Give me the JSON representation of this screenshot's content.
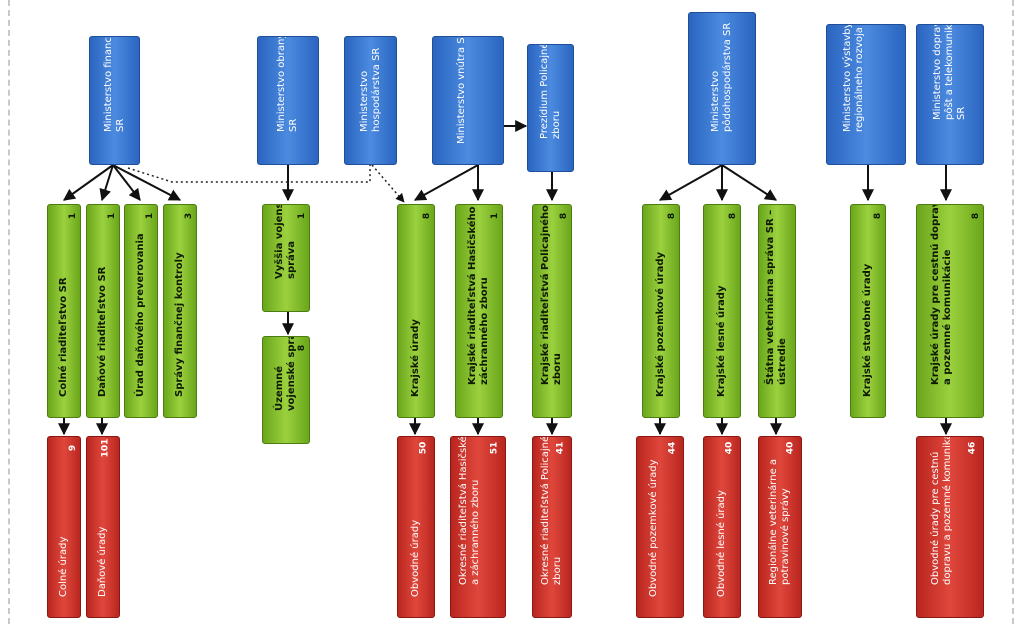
{
  "ministries": [
    {
      "id": "mf",
      "label": "Ministerstvo financií SR"
    },
    {
      "id": "mo",
      "label": "Ministerstvo obrany SR"
    },
    {
      "id": "mh",
      "label": "Ministerstvo hospodárstva SR"
    },
    {
      "id": "mv",
      "label": "Ministerstvo vnútra SR"
    },
    {
      "id": "pz",
      "label": "Prezídium Policajného zboru"
    },
    {
      "id": "mp",
      "label": "Ministerstvo pôdohospodárstva SR"
    },
    {
      "id": "mr",
      "label": "Ministerstvo výstavby a regionálneho rozvoja SR"
    },
    {
      "id": "md",
      "label": "Ministerstvo dopravy, pôšt a telekomunikácií SR"
    }
  ],
  "mid_offices": [
    {
      "label": "Colné riaditeľstvo SR",
      "count": "1"
    },
    {
      "label": "Daňové riaditeľstvo SR",
      "count": "1"
    },
    {
      "label": "Úrad daňového preverovania",
      "count": "1"
    },
    {
      "label": "Správy finančnej kontroly",
      "count": "3"
    },
    {
      "label": "Vyššia vojenská správa",
      "count": "1"
    },
    {
      "label": "Územné vojenské správy",
      "count": "8"
    },
    {
      "label": "Krajské úrady",
      "count": "8"
    },
    {
      "label": "Krajské riaditeľstvá Hasičského a záchranného zboru",
      "count": "1"
    },
    {
      "label": "Krajské riaditeľstvá Policajného zboru",
      "count": "8"
    },
    {
      "label": "Krajské pozemkové úrady",
      "count": "8"
    },
    {
      "label": "Krajské lesné úrady",
      "count": "8"
    },
    {
      "label": "Štátna veterinárna správa SR – ústredie",
      "count": ""
    },
    {
      "label": "Krajské stavebné úrady",
      "count": "8"
    },
    {
      "label": "Krajské úrady pre cestnú dopravu a pozemné komunikácie",
      "count": "8"
    }
  ],
  "local_offices": [
    {
      "label": "Colné úrady",
      "count": "9"
    },
    {
      "label": "Daňové úrady",
      "count": "101"
    },
    {
      "label": "Obvodné úrady",
      "count": "50"
    },
    {
      "label": "Okresné riaditeľstvá Hasičského a záchranného zboru",
      "count": "51"
    },
    {
      "label": "Okresné riaditeľstvá Policajného zboru",
      "count": "41"
    },
    {
      "label": "Obvodné pozemkové úrady",
      "count": "44"
    },
    {
      "label": "Obvodné lesné úrady",
      "count": "40"
    },
    {
      "label": "Regionálne veterinárne a potravinové správy",
      "count": "40"
    },
    {
      "label": "Obvodné úrady pre cestnú dopravu a pozemné komunikácie",
      "count": "46"
    }
  ]
}
